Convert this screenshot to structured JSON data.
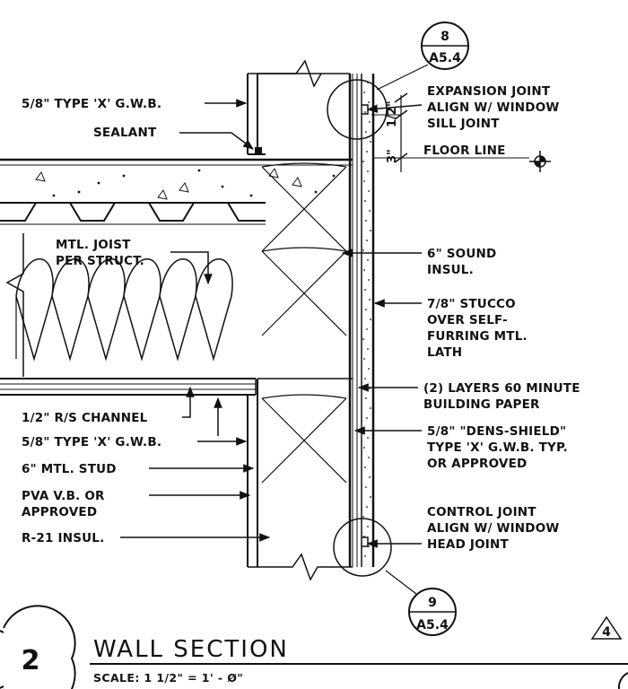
{
  "detail": {
    "number": "2",
    "title": "WALL SECTION",
    "scale": "SCALE: 1 1/2\" = 1' - Ø\"",
    "revision": "4"
  },
  "callouts": {
    "top": {
      "number": "8",
      "sheet": "A5.4"
    },
    "bottom": {
      "number": "9",
      "sheet": "A5.4"
    }
  },
  "dimensions": {
    "half_inch": "1/2\"",
    "three_inch": "3\""
  },
  "labels_left": [
    {
      "text": "5/8\" TYPE 'X' G.W.B."
    },
    {
      "text": "SEALANT"
    },
    {
      "text": "MTL. JOIST",
      "line2": "PER STRUCT."
    },
    {
      "text": "1/2\" R/S CHANNEL"
    },
    {
      "text": "5/8\" TYPE 'X' G.W.B."
    },
    {
      "text": "6\" MTL. STUD"
    },
    {
      "text": "PVA V.B. OR",
      "line2": "APPROVED"
    },
    {
      "text": "R-21 INSUL."
    }
  ],
  "labels_right": [
    {
      "lines": [
        "EXPANSION JOINT",
        "ALIGN W/ WINDOW",
        "SILL JOINT"
      ]
    },
    {
      "lines": [
        "FLOOR LINE"
      ]
    },
    {
      "lines": [
        "6\" SOUND",
        "INSUL."
      ]
    },
    {
      "lines": [
        "7/8\" STUCCO",
        "OVER SELF-",
        "FURRING MTL.",
        "LATH"
      ]
    },
    {
      "lines": [
        "(2) LAYERS 60 MINUTE",
        "BUILDING PAPER"
      ]
    },
    {
      "lines": [
        "5/8\" \"DENS-SHIELD\"",
        "TYPE 'X' G.W.B. TYP.",
        "OR APPROVED"
      ]
    },
    {
      "lines": [
        "CONTROL JOINT",
        "ALIGN W/ WINDOW",
        "HEAD JOINT"
      ]
    }
  ]
}
